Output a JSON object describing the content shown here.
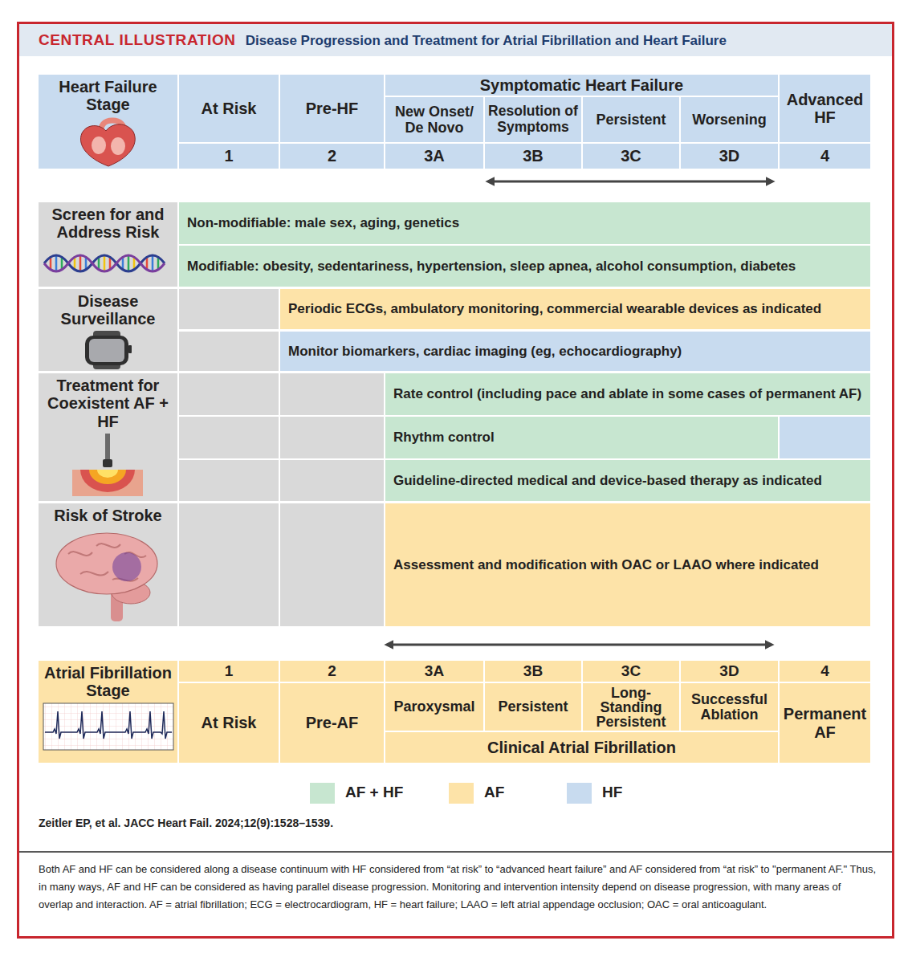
{
  "diagram": {
    "title": "Disease Progression and Treatment for Atrial Fibrillation and Heart Failure",
    "caption": "Both AF and HF can be considered along a disease continuum with HF considered from “at risk” to “advanced heart failure” and AF considered from “at risk” to \"permanent AF.\" Thus, in many ways, AF and HF can be considered as having parallel disease progression. Monitoring and intervention intensity depend on disease progression, with many areas of overlap and interaction. AF = atrial fibrillation; ECG = electrocardiogram, HF = heart failure; LAAO = left atrial appendage occlusion; OAC = oral anticoagulant.",
    "nodes": [
      {
        "text": [
          "Heart Failure Stage"
        ]
      },
      {
        "text": [
          "At Risk"
        ]
      },
      {
        "text": [
          "Pre-HF"
        ]
      },
      {
        "text": [
          "Symptomatic Heart Failure"
        ]
      },
      {
        "text": [
          "Advanced HF"
        ]
      },
      {
        "text": [
          "New Onset/ De Novo"
        ]
      },
      {
        "text": [
          "Resolution of Symptoms"
        ]
      },
      {
        "text": [
          "Persistent"
        ]
      },
      {
        "text": [
          "Worsening"
        ]
      },
      {
        "text": [
          "1"
        ]
      },
      {
        "text": [
          "2"
        ]
      },
      {
        "text": [
          "3A"
        ]
      },
      {
        "text": [
          "3B"
        ]
      },
      {
        "text": [
          "3C"
        ]
      },
      {
        "text": [
          "3D"
        ]
      },
      {
        "text": [
          "4"
        ]
      },
      {
        "text": [
          "Screen for and Address Risk"
        ]
      },
      {
        "text": [
          "Non-modifiable: male sex, aging, genetics"
        ]
      },
      {
        "text": [
          "Modifiable: obesity, sedentariness, hypertension, sleep apnea, alcohol consumption, diabetes"
        ]
      },
      {
        "text": [
          "Disease Surveillance"
        ]
      },
      {
        "text": [
          "Periodic ECGs, ambulatory monitoring, commercial wearable devices as indicated"
        ]
      },
      {
        "text": [
          "Monitor biomarkers, cardiac imaging (eg, echocardiography)"
        ]
      },
      {
        "text": [
          "Treatment for Coexistent AF + HF"
        ]
      },
      {
        "text": [
          "Rate control (including pace and ablate in some cases of permanent AF)"
        ]
      },
      {
        "text": [
          "Rhythm control"
        ]
      },
      {
        "text": [
          "Guideline-directed medical and device-based therapy as indicated"
        ]
      },
      {
        "text": [
          "Risk of Stroke"
        ]
      },
      {
        "text": [
          "Assessment and modification with OAC or LAAO where indicated"
        ]
      },
      {
        "text": [
          "Atrial Fibrillation Stage"
        ]
      },
      {
        "text": [
          "1"
        ]
      },
      {
        "text": [
          "2"
        ]
      },
      {
        "text": [
          "3A"
        ]
      },
      {
        "text": [
          "3B"
        ]
      },
      {
        "text": [
          "3C"
        ]
      },
      {
        "text": [
          "3D"
        ]
      },
      {
        "text": [
          "4"
        ]
      },
      {
        "text": [
          "At Risk"
        ]
      },
      {
        "text": [
          "Pre-AF"
        ]
      },
      {
        "text": [
          "Paroxysmal"
        ]
      },
      {
        "text": [
          "Persistent"
        ]
      },
      {
        "text": [
          "Long-Standing Persistent"
        ]
      },
      {
        "text": [
          "Successful Ablation"
        ]
      },
      {
        "text": [
          "Permanent AF"
        ]
      },
      {
        "text": [
          "Clinical Atrial Fibrillation"
        ]
      }
    ],
    "labels": [
      "CENTRAL ILLUSTRATION",
      "Zeitler EP, et al. JACC Heart Fail. 2024;12(9):1528–1539."
    ],
    "legend": [
      {
        "text": "AF + HF",
        "color": "#c7e6d0"
      },
      {
        "text": "AF",
        "color": "#fde3a8"
      },
      {
        "text": "HF",
        "color": "#c8dbef"
      }
    ]
  }
}
